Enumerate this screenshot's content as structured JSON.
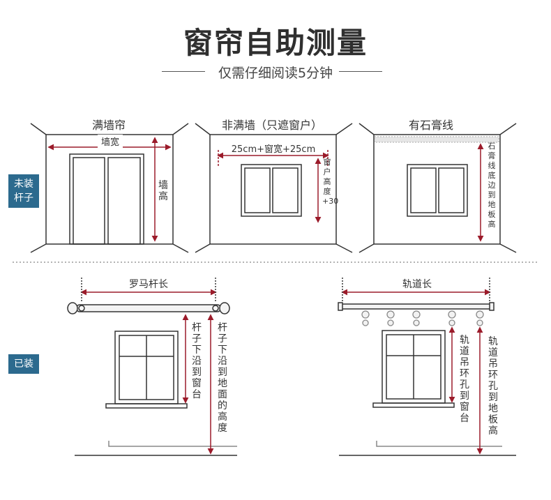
{
  "header": {
    "title": "窗帘自助测量",
    "subtitle": "仅需仔细阅读5分钟"
  },
  "tags": {
    "not_installed": [
      "未装",
      "杆子"
    ],
    "installed": "已装"
  },
  "panels": {
    "full_wall": {
      "title": "满墙帘",
      "width_label": "墙宽",
      "height_label": "墙高"
    },
    "partial_wall": {
      "title": "非满墙（只遮窗户）",
      "width_label": "25cm+窗宽+25cm",
      "height_label": "窗户高度+30"
    },
    "plaster_line": {
      "title": "有石膏线",
      "height_label": "石膏线底边到地板高"
    },
    "roman_rod": {
      "length_label": "罗马杆长",
      "to_sill_label": "杆子下沿到窗台",
      "to_floor_label": "杆子下沿到地面的高度"
    },
    "track": {
      "length_label": "轨道长",
      "to_sill_label": "轨道吊环孔到窗台",
      "to_floor_label": "轨道吊环孔到地板高"
    }
  },
  "colors": {
    "measure": "#9b1b2a",
    "tag_bg": "#2c6a8e",
    "line": "#333333"
  }
}
